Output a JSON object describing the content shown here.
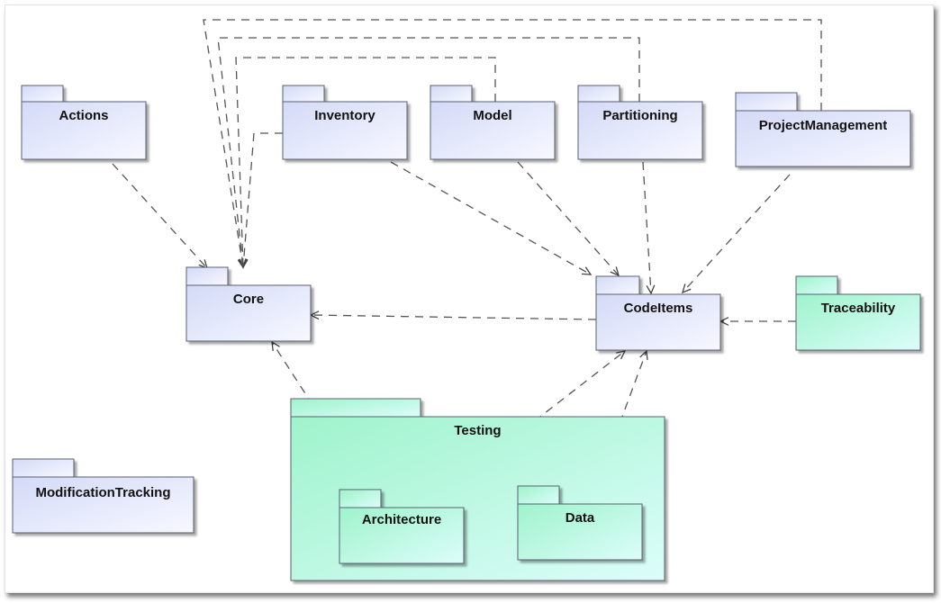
{
  "diagram": {
    "type": "UML package diagram",
    "colors": {
      "package_blue_start": "#d6dcf8",
      "package_blue_end": "#f6f8ff",
      "package_green_start": "#a6f5d0",
      "package_green_end": "#dafdf9",
      "border": "#5a5f70",
      "connector": "#555555"
    },
    "packages": [
      {
        "id": "actions",
        "label": "Actions",
        "style": "blue"
      },
      {
        "id": "inventory",
        "label": "Inventory",
        "style": "blue"
      },
      {
        "id": "model",
        "label": "Model",
        "style": "blue"
      },
      {
        "id": "partitioning",
        "label": "Partitioning",
        "style": "blue"
      },
      {
        "id": "projectmanagement",
        "label": "ProjectManagement",
        "style": "blue"
      },
      {
        "id": "core",
        "label": "Core",
        "style": "blue"
      },
      {
        "id": "codeitems",
        "label": "CodeItems",
        "style": "blue"
      },
      {
        "id": "traceability",
        "label": "Traceability",
        "style": "green"
      },
      {
        "id": "testing",
        "label": "Testing",
        "style": "green"
      },
      {
        "id": "architecture",
        "label": "Architecture",
        "style": "green",
        "parent": "testing"
      },
      {
        "id": "data",
        "label": "Data",
        "style": "green",
        "parent": "testing"
      },
      {
        "id": "modificationtracking",
        "label": "ModificationTracking",
        "style": "blue"
      }
    ],
    "dependencies": [
      {
        "from": "actions",
        "to": "core"
      },
      {
        "from": "inventory",
        "to": "core"
      },
      {
        "from": "model",
        "to": "core"
      },
      {
        "from": "partitioning",
        "to": "core"
      },
      {
        "from": "projectmanagement",
        "to": "core"
      },
      {
        "from": "inventory",
        "to": "codeitems"
      },
      {
        "from": "model",
        "to": "codeitems"
      },
      {
        "from": "partitioning",
        "to": "codeitems"
      },
      {
        "from": "projectmanagement",
        "to": "codeitems"
      },
      {
        "from": "codeitems",
        "to": "core"
      },
      {
        "from": "traceability",
        "to": "codeitems"
      },
      {
        "from": "architecture",
        "to": "core"
      },
      {
        "from": "architecture",
        "to": "codeitems"
      },
      {
        "from": "data",
        "to": "codeitems"
      },
      {
        "from": "data",
        "to": "architecture"
      }
    ]
  }
}
